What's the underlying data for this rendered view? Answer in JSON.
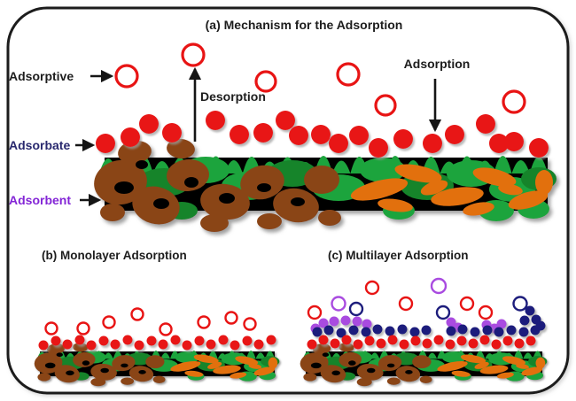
{
  "colors": {
    "frame_border": "#1b1b1b",
    "background": "#ffffff",
    "text_black": "#1d1d1d",
    "adsorbate_label": "#28286e",
    "adsorbent_label": "#8325d6",
    "molecule_red": "#e81414",
    "molecule_navy": "#1d1d7c",
    "molecule_purple": "#a94be0",
    "bar_black": "#060606",
    "surface_green": "#1ea43c",
    "surface_green_dark": "#12842c",
    "surface_brown": "#8a4516",
    "surface_orange": "#e2700e",
    "arrow_black": "#151515"
  },
  "panel_a": {
    "title": "(a) Mechanism for the Adsorption",
    "label_adsorptive": "Adsorptive",
    "label_adsorbate": "Adsorbate",
    "label_adsorbent": "Adsorbent",
    "label_desorption": "Desorption",
    "label_adsorption": "Adsorption",
    "adsorptive_molecules": [
      [
        143,
        86,
        12
      ],
      [
        218,
        62,
        12
      ],
      [
        300,
        92,
        11
      ],
      [
        393,
        84,
        12
      ],
      [
        435,
        119,
        11
      ],
      [
        580,
        115,
        12
      ]
    ],
    "adsorbate_molecules": [
      [
        119,
        162,
        11
      ],
      [
        147,
        155,
        11
      ],
      [
        168,
        140,
        11
      ],
      [
        194,
        150,
        11
      ],
      [
        243,
        136,
        11
      ],
      [
        270,
        152,
        11
      ],
      [
        297,
        150,
        11
      ],
      [
        322,
        136,
        11
      ],
      [
        337,
        153,
        11
      ],
      [
        362,
        152,
        11
      ],
      [
        382,
        162,
        11
      ],
      [
        405,
        153,
        11
      ],
      [
        427,
        167,
        11
      ],
      [
        455,
        157,
        11
      ],
      [
        488,
        162,
        11
      ],
      [
        513,
        152,
        11
      ],
      [
        548,
        140,
        11
      ],
      [
        563,
        162,
        11
      ],
      [
        580,
        160,
        11
      ],
      [
        608,
        167,
        11
      ]
    ]
  },
  "panel_b": {
    "title": "(b) Monolayer Adsorption",
    "adsorptive_molecules": [
      [
        58,
        371,
        6.5
      ],
      [
        94,
        371,
        6.5
      ],
      [
        123,
        364,
        6.5
      ],
      [
        155,
        355,
        6.5
      ],
      [
        187,
        372,
        6.5
      ],
      [
        230,
        364,
        6.5
      ],
      [
        261,
        359,
        6.5
      ],
      [
        282,
        366,
        6.5
      ]
    ],
    "adsorbate_molecules": [
      [
        49,
        390,
        5.5
      ],
      [
        63,
        385,
        5.5
      ],
      [
        76,
        389,
        5.5
      ],
      [
        90,
        384,
        5.5
      ],
      [
        103,
        390,
        5.5
      ],
      [
        117,
        385,
        5.5
      ],
      [
        130,
        389,
        5.5
      ],
      [
        144,
        384,
        5.5
      ],
      [
        157,
        390,
        5.5
      ],
      [
        171,
        385,
        5.5
      ],
      [
        184,
        389,
        5.5
      ],
      [
        198,
        384,
        5.5
      ],
      [
        211,
        390,
        5.5
      ],
      [
        225,
        385,
        5.5
      ],
      [
        238,
        389,
        5.5
      ],
      [
        252,
        384,
        5.5
      ],
      [
        265,
        390,
        5.5
      ],
      [
        279,
        385,
        5.5
      ],
      [
        292,
        389,
        5.5
      ],
      [
        306,
        384,
        5.5
      ]
    ]
  },
  "panel_c": {
    "title": "(c) Multilayer Adsorption",
    "adsorptive_red": [
      [
        355,
        353,
        7
      ],
      [
        420,
        325,
        7
      ],
      [
        458,
        343,
        7
      ],
      [
        527,
        343,
        7
      ],
      [
        548,
        353,
        7
      ]
    ],
    "adsorptive_purple": [
      [
        382,
        343,
        7.5
      ],
      [
        495,
        323,
        8
      ]
    ],
    "adsorptive_blue": [
      [
        402,
        349,
        7
      ],
      [
        500,
        353,
        7
      ],
      [
        587,
        343,
        7.5
      ]
    ],
    "layer1_red": [
      [
        352,
        389,
        5.5
      ],
      [
        365,
        384,
        5.5
      ],
      [
        378,
        388,
        5.5
      ],
      [
        391,
        384,
        5.5
      ],
      [
        404,
        389,
        5.5
      ],
      [
        417,
        385,
        5.5
      ],
      [
        430,
        388,
        5.5
      ],
      [
        443,
        384,
        5.5
      ],
      [
        456,
        389,
        5.5
      ],
      [
        469,
        385,
        5.5
      ],
      [
        482,
        388,
        5.5
      ],
      [
        495,
        384,
        5.5
      ],
      [
        508,
        389,
        5.5
      ],
      [
        521,
        385,
        5.5
      ],
      [
        534,
        388,
        5.5
      ],
      [
        547,
        384,
        5.5
      ],
      [
        560,
        389,
        5.5
      ],
      [
        573,
        385,
        5.5
      ],
      [
        586,
        388,
        5.5
      ],
      [
        599,
        385,
        5.5
      ]
    ],
    "layer2_blue": [
      [
        358,
        375,
        5.5
      ],
      [
        371,
        373,
        5.5
      ],
      [
        385,
        376,
        5.5
      ],
      [
        399,
        373,
        5.5
      ],
      [
        413,
        375,
        5.5
      ],
      [
        426,
        372,
        5.5
      ],
      [
        440,
        374,
        5.5
      ],
      [
        454,
        372,
        5.5
      ],
      [
        468,
        375,
        5.5
      ],
      [
        481,
        373,
        5.5
      ],
      [
        509,
        374,
        5.5
      ],
      [
        522,
        372,
        5.5
      ],
      [
        536,
        375,
        5.5
      ],
      [
        550,
        373,
        5.5
      ],
      [
        563,
        375,
        5.5
      ],
      [
        577,
        373,
        5.5
      ],
      [
        591,
        375,
        5.5
      ],
      [
        604,
        373,
        5.5
      ],
      [
        592,
        362,
        5.5
      ],
      [
        605,
        361,
        5.5
      ],
      [
        598,
        351,
        5.5
      ],
      [
        610,
        368,
        5.5
      ]
    ],
    "layer3_purple": [
      [
        356,
        371,
        5.5
      ],
      [
        365,
        365,
        5.5
      ],
      [
        377,
        363,
        5.5
      ],
      [
        390,
        362,
        5.5
      ],
      [
        403,
        363,
        5.5
      ],
      [
        414,
        366,
        5.5
      ],
      [
        509,
        364,
        5.5
      ],
      [
        517,
        370,
        5.5
      ],
      [
        549,
        367,
        5.5
      ],
      [
        558,
        371,
        5.5
      ],
      [
        566,
        366,
        5.5
      ]
    ]
  },
  "circle_styles": {
    "red_open_lg": {
      "fill": "none",
      "stroke": "molecule_red",
      "sw": 3.2
    },
    "red_open_md": {
      "fill": "none",
      "stroke": "molecule_red",
      "sw": 2.4
    },
    "purple_open_md": {
      "fill": "none",
      "stroke": "molecule_purple",
      "sw": 2.4
    },
    "navy_open_md": {
      "fill": "none",
      "stroke": "molecule_navy",
      "sw": 2.4
    },
    "red_fill_lg": {
      "fill": "molecule_red"
    },
    "red_fill_sm": {
      "fill": "molecule_red"
    },
    "navy_fill_sm": {
      "fill": "molecule_navy"
    },
    "purple_fill_sm": {
      "fill": "molecule_purple"
    }
  }
}
